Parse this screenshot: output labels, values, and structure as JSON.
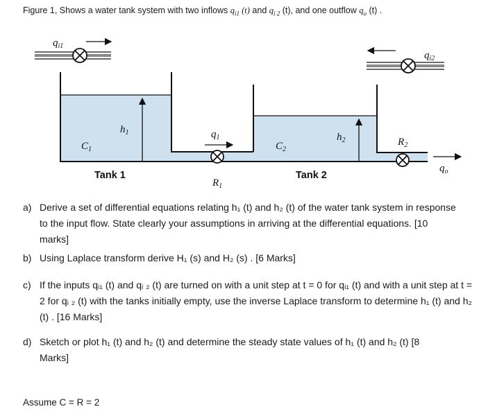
{
  "caption": {
    "lead": "Figure 1, Shows a water tank system with two inflows ",
    "q1": "q",
    "q1sub": "i1",
    "arg": " (t)",
    "and": " and ",
    "q2": "q",
    "q2sub": "i 2",
    "mid": " (t), and one outflow ",
    "qo": "q",
    "qosub": "o",
    "tail": " (t) ."
  },
  "diagram": {
    "inflow1": "q",
    "inflow1_sub": "i1",
    "inflow2": "q",
    "inflow2_sub": "i2",
    "C1": "C",
    "C1_sub": "1",
    "h1": "h",
    "h1_sub": "1",
    "q1": "q",
    "q1_sub": "1",
    "R1": "R",
    "R1_sub": "1",
    "C2": "C",
    "C2_sub": "2",
    "h2": "h",
    "h2_sub": "2",
    "R2": "R",
    "R2_sub": "2",
    "qo": "q",
    "qo_sub": "o",
    "tank1": "Tank 1",
    "tank2": "Tank 2",
    "water_color": "#cfe0ee"
  },
  "questions": {
    "a_letter": "a)",
    "a_text": "Derive a set of differential equations relating h₁ (t) and h₂ (t) of the water tank system in response to the input flow. State clearly your assumptions in arriving at the differential equations. [10 marks]",
    "b_letter": "b)",
    "b_text": "Using Laplace transform derive H₁ (s) and H₂ (s) . [6 Marks]",
    "c_letter": "c)",
    "c_text": "If the inputs qᵢ₁ (t) and qᵢ ₂ (t) are turned on with a unit step at t = 0 for qᵢ₁ (t) and with a unit step at t = 2 for qᵢ ₂ (t) with the tanks initially empty, use the inverse Laplace transform to determine h₁ (t) and h₂ (t) . [16 Marks]",
    "d_letter": "d)",
    "d_text": "Sketch or plot h₁ (t) and h₂ (t) and determine the steady state values of h₁ (t) and h₂ (t) [8 Marks]"
  },
  "assume": "Assume C = R = 2"
}
